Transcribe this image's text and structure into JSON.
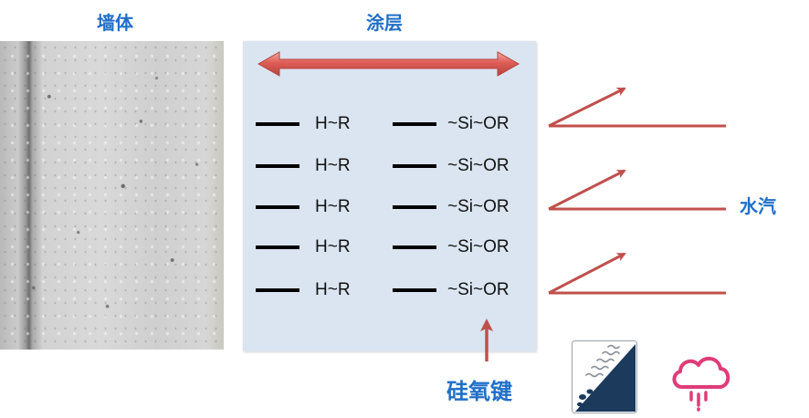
{
  "labels": {
    "wall": "墙体",
    "coating": "涂层",
    "vapor": "水汽",
    "bond": "硅氧键"
  },
  "rows": [
    {
      "left": "H~R",
      "right": "~Si~OR"
    },
    {
      "left": "H~R",
      "right": "~Si~OR"
    },
    {
      "left": "H~R",
      "right": "~Si~OR"
    },
    {
      "left": "H~R",
      "right": "~Si~OR"
    },
    {
      "left": "H~R",
      "right": "~Si~OR"
    }
  ],
  "colors": {
    "label_blue": "#1f6fc8",
    "arrow_red": "#c0504d",
    "panel": "#dbe5f1",
    "icon_navy": "#1b3a5c",
    "cloud_pink": "#e03c78"
  },
  "icons": {
    "coating_icon": "water-repellent-surface-icon",
    "rain_icon": "rain-cloud-icon"
  }
}
